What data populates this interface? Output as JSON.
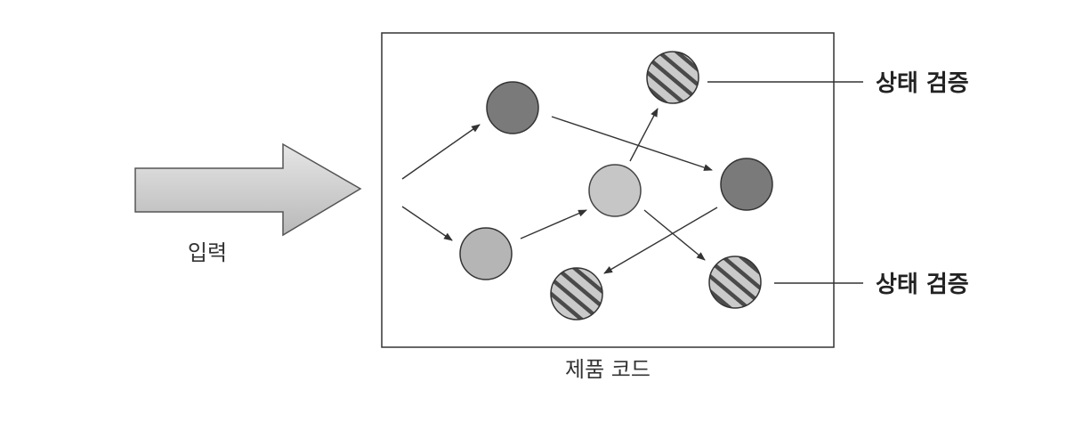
{
  "labels": {
    "input": "입력",
    "product_code": "제품 코드",
    "state_check_top": "상태 검증",
    "state_check_bottom": "상태 검증"
  },
  "colors": {
    "dark_node": "#7a7a7a",
    "medium_node": "#b4b4b4",
    "light_node": "#c6c6c6",
    "hatched_node_bg": "#c9c9c9",
    "stroke": "#444444",
    "arrow_fill_top": "#e6e6e6",
    "arrow_fill_bottom": "#b8b8b8"
  },
  "diagram": {
    "nodes": [
      {
        "id": "n-dark-top",
        "style": "dark"
      },
      {
        "id": "n-medium-bottom-left",
        "style": "medium"
      },
      {
        "id": "n-light-center",
        "style": "light"
      },
      {
        "id": "n-hatched-top-right",
        "style": "hatched"
      },
      {
        "id": "n-dark-right",
        "style": "dark"
      },
      {
        "id": "n-hatched-bottom-center",
        "style": "hatched"
      },
      {
        "id": "n-hatched-bottom-right",
        "style": "hatched"
      }
    ],
    "edges": [
      {
        "from": "entry",
        "to": "n-dark-top"
      },
      {
        "from": "entry",
        "to": "n-medium-bottom-left"
      },
      {
        "from": "n-medium-bottom-left",
        "to": "n-light-center"
      },
      {
        "from": "n-light-center",
        "to": "n-hatched-top-right"
      },
      {
        "from": "n-dark-top",
        "to": "n-dark-right"
      },
      {
        "from": "n-light-center",
        "to": "n-hatched-bottom-right"
      },
      {
        "from": "n-dark-right",
        "to": "n-hatched-bottom-center"
      }
    ]
  }
}
